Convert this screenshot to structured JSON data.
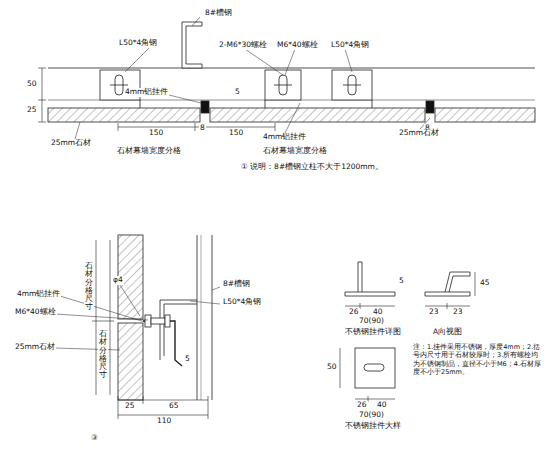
{
  "diagram": {
    "labels": [
      "8#槽钢",
      "L50*4角钢",
      "2-M6*30螺栓",
      "M6*40螺栓",
      "L50*4角钢",
      "50",
      "25",
      "4mm铝挂件",
      "5",
      "8",
      "8",
      "150",
      "150",
      "4mm铝挂件",
      "25mm石材",
      "25mm石材",
      "石材幕墙宽度分格",
      "石材幕墙宽度分格",
      "① 说明：8#槽钢立柱不大于1200mm。",
      "φ4",
      "4mm铝挂件",
      "M6*40螺栓",
      "25mm石材",
      "石材分格尺寸",
      "石材分格尺寸",
      "8#槽钢",
      "L50*4角钢",
      "5",
      "25",
      "65",
      "110",
      "③",
      "26",
      "40",
      "5",
      "70(90)",
      "不锈钢挂件详图",
      "23",
      "23",
      "45",
      "A向视图",
      "50",
      "26",
      "40",
      "70(90)",
      "不锈钢挂件大样",
      "注：1.挂件采用不锈钢，厚度4mm；2.括号内尺寸用于石材较厚时；3.所有螺栓均为不锈钢制品，直径不小于M6；4.石材厚度不小于25mm。"
    ]
  }
}
